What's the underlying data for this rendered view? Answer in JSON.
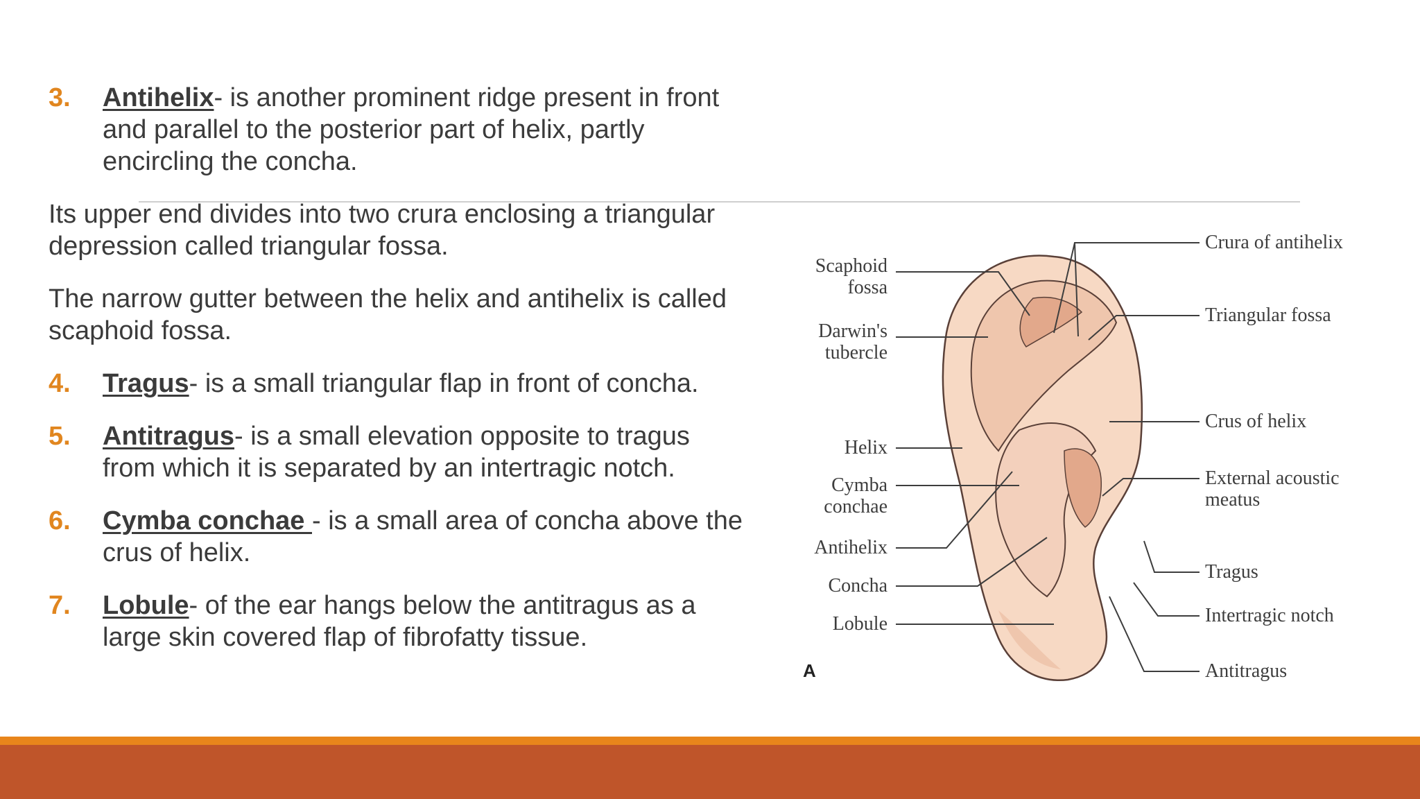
{
  "items": [
    {
      "num": "3.",
      "term": "Antihelix",
      "text": "- is another prominent ridge present in front and parallel to the posterior part of helix, partly encircling the concha."
    },
    {
      "num": "4.",
      "term": "Tragus",
      "text": "- is a small triangular flap in front of concha."
    },
    {
      "num": "5.",
      "term": "Antitragus",
      "text": "- is a small elevation opposite to tragus from which it is separated by an intertragic notch."
    },
    {
      "num": "6.",
      "term": "Cymba conchae ",
      "text": "- is a small area of concha above the crus of helix."
    },
    {
      "num": "7.",
      "term": "Lobule",
      "text": "- of the ear hangs below the antitragus as a large skin covered flap of fibrofatty tissue."
    }
  ],
  "paragraphs": [
    "Its upper end divides into two crura enclosing a triangular depression called triangular fossa.",
    "The narrow gutter between the helix and antihelix is called scaphoid fossa."
  ],
  "figure": {
    "left_labels": {
      "scaphoid_1": "Scaphoid",
      "scaphoid_2": "fossa",
      "darwin_1": "Darwin's",
      "darwin_2": "tubercle",
      "helix": "Helix",
      "cymba_1": "Cymba",
      "cymba_2": "conchae",
      "antihelix": "Antihelix",
      "concha": "Concha",
      "lobule": "Lobule"
    },
    "right_labels": {
      "crura": "Crura of antihelix",
      "triangular": "Triangular fossa",
      "crus_helix": "Crus of helix",
      "meatus_1": "External acoustic",
      "meatus_2": "meatus",
      "tragus": "Tragus",
      "intertragic": "Intertragic notch",
      "antitragus": "Antitragus"
    },
    "panel_letter": "A",
    "colors": {
      "skin": "#f7d9c4",
      "skin_dark": "#e9b598",
      "outline": "#5a4038"
    }
  },
  "colors": {
    "accent": "#e1861f",
    "band_thin": "#e8851b",
    "band_thick": "#bf552a"
  }
}
